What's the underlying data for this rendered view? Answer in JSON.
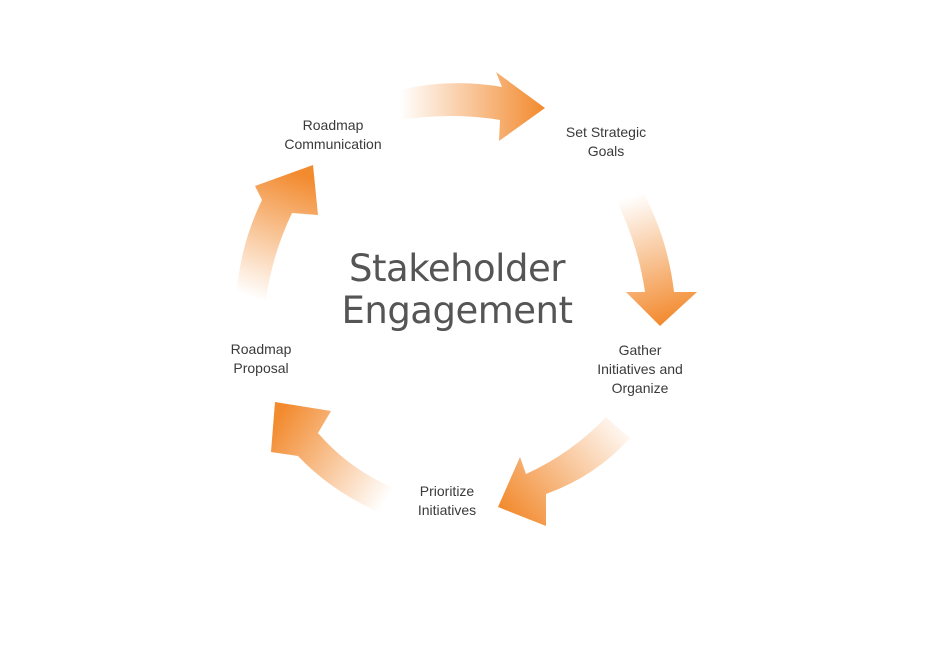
{
  "diagram": {
    "center_title": "Stakeholder\nEngagement",
    "accent_color": "#f28a2e",
    "stages": [
      {
        "id": "set-strategic-goals",
        "label": "Set Strategic\nGoals"
      },
      {
        "id": "gather-initiatives",
        "label": "Gather\nInitiatives and\nOrganize"
      },
      {
        "id": "prioritize-initiatives",
        "label": "Prioritize\nInitiatives"
      },
      {
        "id": "roadmap-proposal",
        "label": "Roadmap\nProposal"
      },
      {
        "id": "roadmap-communication",
        "label": "Roadmap\nCommunication"
      }
    ]
  }
}
